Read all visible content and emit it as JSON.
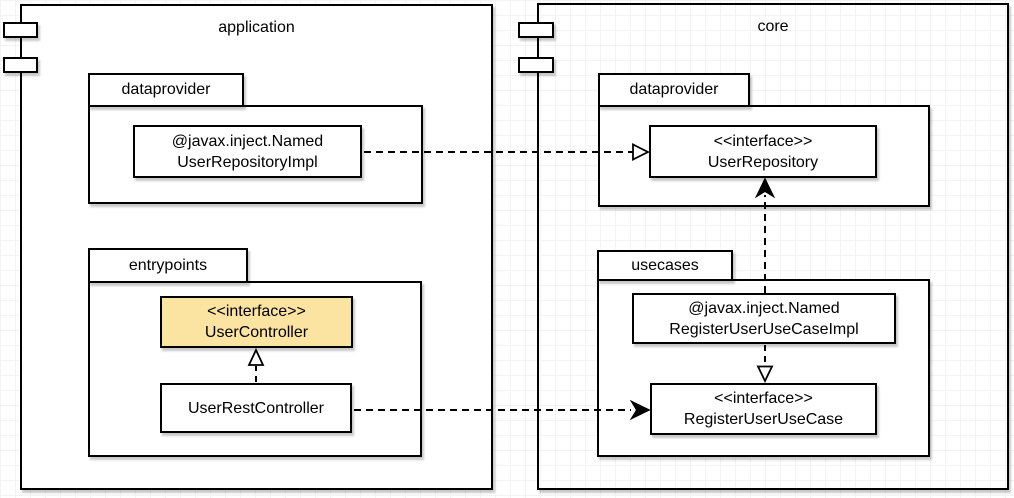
{
  "canvas": {
    "background": "#ffffff",
    "grid_color": "#f3f3f3"
  },
  "colors": {
    "stroke": "#000000",
    "node_fill": "#ffffff",
    "highlight_fill": "#fbe3a2"
  },
  "application": {
    "title": "application",
    "dataprovider": {
      "label": "dataprovider",
      "user_repository_impl": {
        "annotation": "@javax.inject.Named",
        "name": "UserRepositoryImpl"
      }
    },
    "entrypoints": {
      "label": "entrypoints",
      "user_controller": {
        "stereotype": "<<interface>>",
        "name": "UserController"
      },
      "user_rest_controller": {
        "name": "UserRestController"
      }
    }
  },
  "core": {
    "title": "core",
    "dataprovider": {
      "label": "dataprovider",
      "user_repository": {
        "stereotype": "<<interface>>",
        "name": "UserRepository"
      }
    },
    "usecases": {
      "label": "usecases",
      "register_user_use_case_impl": {
        "annotation": "@javax.inject.Named",
        "name": "RegisterUserUseCaseImpl"
      },
      "register_user_use_case": {
        "stereotype": "<<interface>>",
        "name": "RegisterUserUseCase"
      }
    }
  },
  "relations": [
    {
      "from": "UserRepositoryImpl",
      "to": "UserRepository",
      "type": "realization",
      "line": "dashed",
      "arrowhead": "hollow-triangle"
    },
    {
      "from": "RegisterUserUseCaseImpl",
      "to": "UserRepository",
      "type": "dependency",
      "line": "dashed",
      "arrowhead": "filled"
    },
    {
      "from": "UserRestController",
      "to": "UserController",
      "type": "realization",
      "line": "dashed",
      "arrowhead": "hollow-triangle"
    },
    {
      "from": "RegisterUserUseCaseImpl",
      "to": "RegisterUserUseCase",
      "type": "realization",
      "line": "dashed",
      "arrowhead": "hollow-triangle"
    },
    {
      "from": "UserRestController",
      "to": "RegisterUserUseCase",
      "type": "dependency",
      "line": "dashed",
      "arrowhead": "filled"
    }
  ]
}
